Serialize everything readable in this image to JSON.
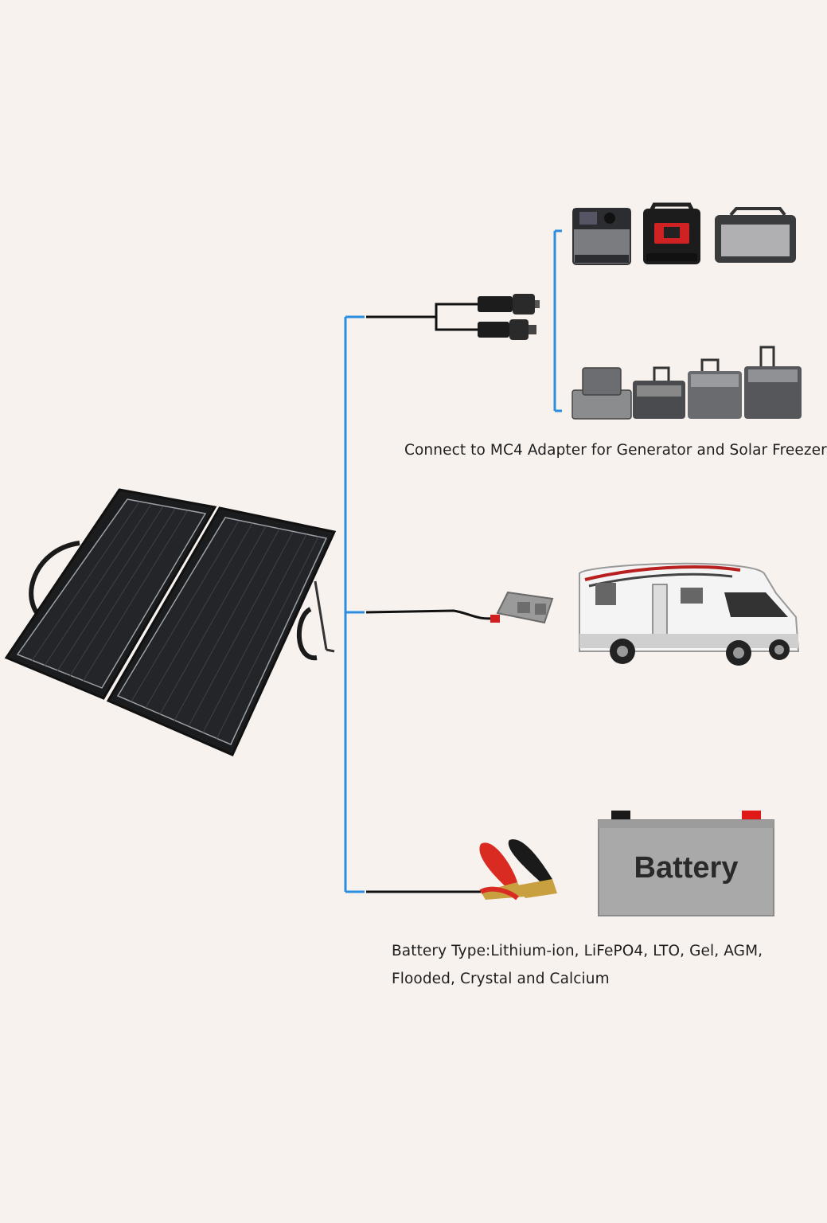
{
  "captions": {
    "mc4": "Connect to MC4 Adapter for Generator and Solar Freezer",
    "battery_line1": "Battery Type:Lithium-ion, LiFePO4, LTO, Gel, AGM,",
    "battery_line2": "Flooded, Crystal and Calcium"
  },
  "battery": {
    "label": "Battery"
  },
  "colors": {
    "background": "#f8f2ee",
    "connector_line": "#2a8de0",
    "cable": "#111111",
    "clamp_red": "#d92b22",
    "clamp_black": "#1a1a1a",
    "battery_body": "#a9a9a9",
    "terminal_red": "#e01818"
  },
  "icons": [
    "solar-panel-icon",
    "mc4-branch-connector-icon",
    "power-station-icon",
    "solar-freezer-icon",
    "anderson-connector-icon",
    "rv-motorhome-icon",
    "alligator-clamp-icon",
    "battery-icon"
  ]
}
